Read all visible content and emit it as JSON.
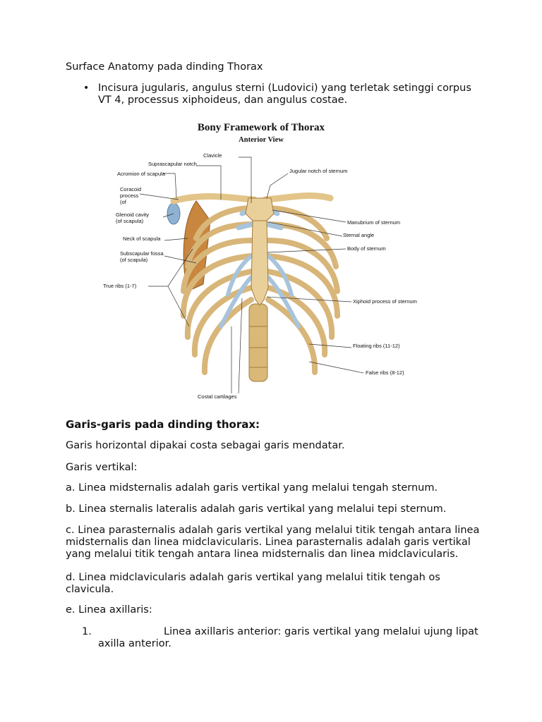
{
  "document": {
    "title": "Surface Anatomy pada dinding Thorax",
    "bullet": "Incisura jugularis, angulus sterni (Ludovici) yang terletak setinggi corpus VT 4, processus xiphoideus, dan angulus costae.",
    "figure": {
      "title": "Bony Framework of Thorax",
      "subtitle": "Anterior View",
      "labels": {
        "clavicle": "Clavicle",
        "suprascapular_notch": "Suprascapular notch",
        "acromion": "Acromion of scapula",
        "coracoid_1": "Coracoid",
        "coracoid_2": "process",
        "coracoid_3": "(of",
        "glenoid_1": "Glenoid cavity",
        "glenoid_2": "(of scapula)",
        "neck_scapula": "Neck of scapula",
        "subscapular_1": "Subscapular fossa",
        "subscapular_2": "(of scapula)",
        "true_ribs": "True ribs (1-7)",
        "jugular_notch": "Jugular notch of sternum",
        "manubrium": "Manubrium of sternum",
        "sternal_angle": "Sternal angle",
        "body_sternum": "Body of sternum",
        "xiphoid": "Xiphoid process of sternum",
        "floating_ribs": "Floating ribs (11-12)",
        "false_ribs": "False ribs (8-12)",
        "costal_cartilages": "Costal cartilages"
      }
    },
    "section_heading": "Garis-garis pada dinding thorax:",
    "para_horizontal": "Garis horizontal dipakai costa sebagai garis mendatar.",
    "para_vertikal": "Garis vertikal:",
    "items": {
      "a": "a. Linea midsternalis adalah garis vertikal yang melalui tengah sternum.",
      "b": "b. Linea sternalis lateralis adalah garis vertikal yang melalui tepi sternum.",
      "c": "c. Linea parasternalis adalah garis vertikal yang melalui titik tengah antara linea midsternalis dan linea midclavicularis. Linea parasternalis adalah  garis vertikal yang melalui titik tengah antara linea midsternalis dan linea midclavicularis.",
      "d": "d. Linea midclavicularis adalah garis vertikal yang melalui titik tengah os clavicula.",
      "e": "e. Linea axillaris:"
    },
    "list": [
      {
        "num": "1.",
        "text": "Linea axillaris anterior: garis vertikal yang melalui ujung lipat axilla anterior."
      }
    ]
  },
  "colors": {
    "bone": "#e3c58a",
    "bone_shade": "#c99b55",
    "cartilage": "#a8c4dc",
    "scapula": "#c8863e"
  }
}
